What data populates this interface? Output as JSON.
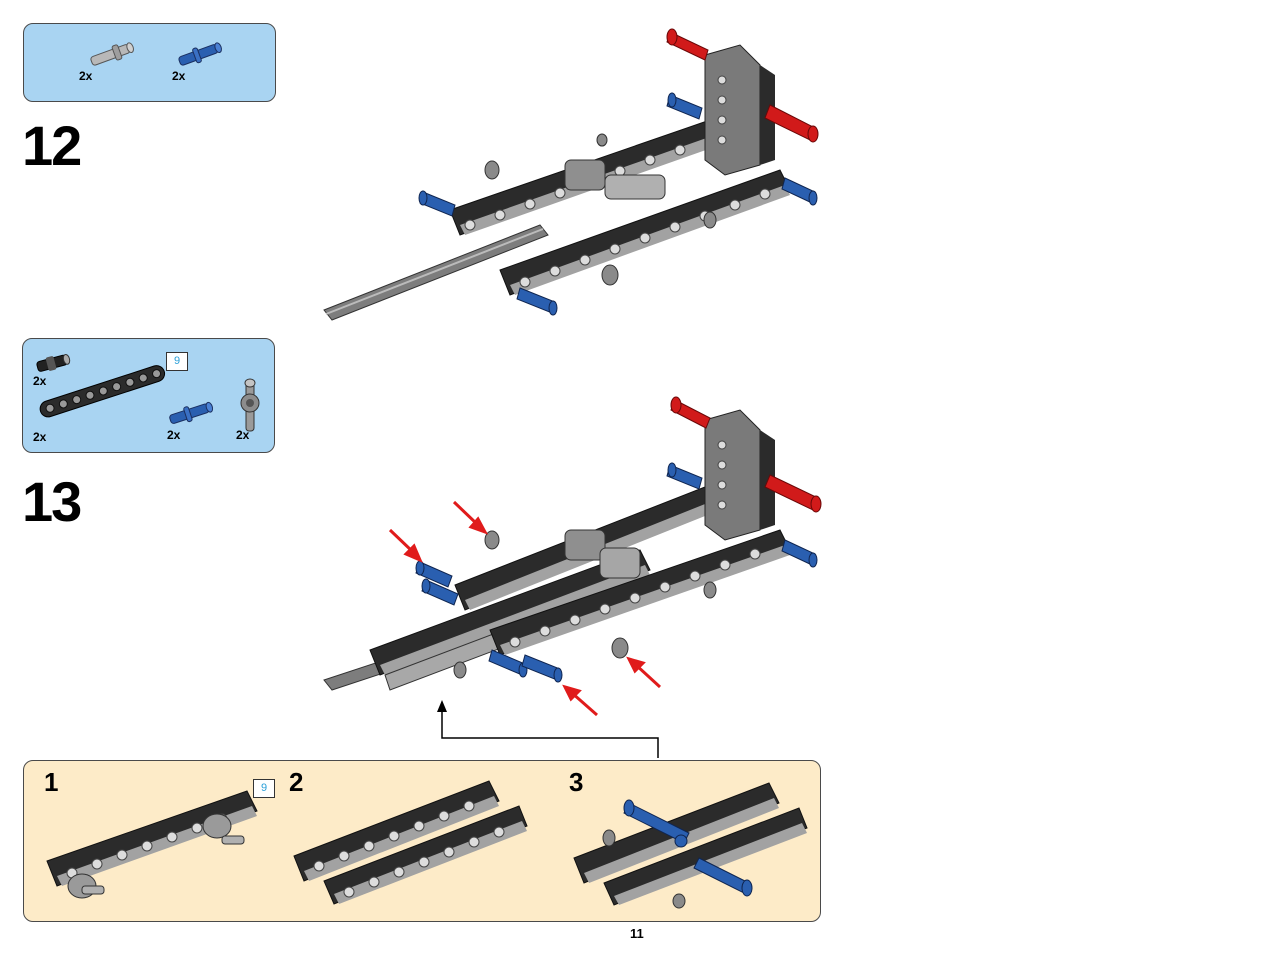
{
  "step12": {
    "number": "12",
    "parts": [
      {
        "icon": "gray-axle-pin-icon",
        "qty": "2x"
      },
      {
        "icon": "blue-axle-pin-icon",
        "qty": "2x"
      }
    ]
  },
  "step13": {
    "number": "13",
    "parts": [
      {
        "icon": "black-connector-icon",
        "qty": "2x"
      },
      {
        "icon": "beam-9-icon",
        "qty": "2x",
        "length": "9"
      },
      {
        "icon": "blue-axle-pin-icon",
        "qty": "2x"
      },
      {
        "icon": "gray-cross-block-icon",
        "qty": "2x"
      }
    ],
    "subassembly": {
      "steps": [
        {
          "number": "1",
          "length_badge": "9"
        },
        {
          "number": "2"
        },
        {
          "number": "3"
        }
      ]
    }
  },
  "page_number": "11",
  "colors": {
    "parts_box": "#a9d4f2",
    "subassembly_box": "#fdebc8",
    "beam_black": "#2b2b2b",
    "beam_gray": "#9a9a9a",
    "pin_blue": "#2a5fb0",
    "pin_red": "#d11a1a",
    "arrow_red": "#e01b1b"
  }
}
